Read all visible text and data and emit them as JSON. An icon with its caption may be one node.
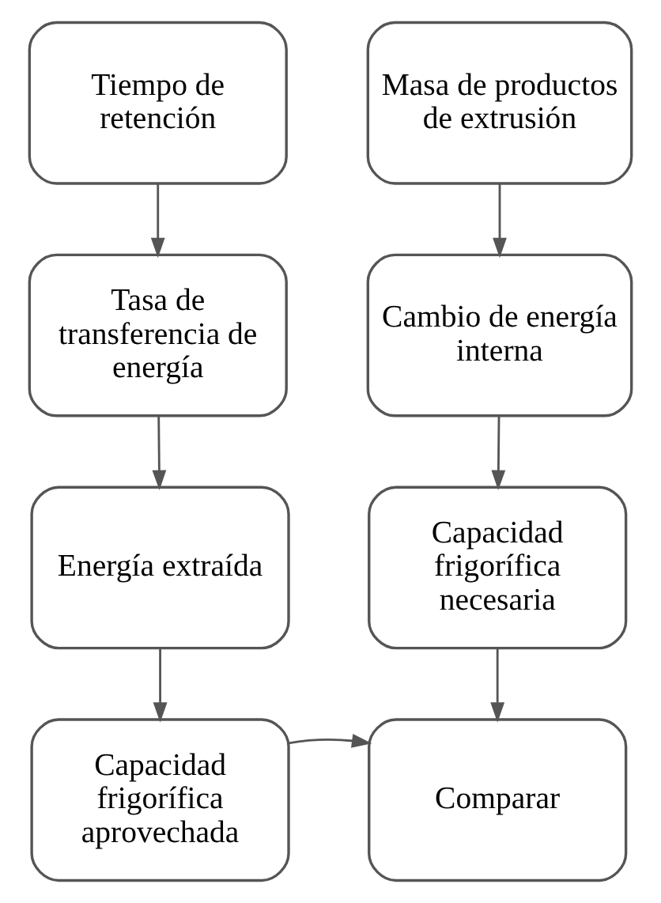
{
  "diagram": {
    "nodes": [
      {
        "text": [
          "Tiempo de retención"
        ]
      },
      {
        "text": [
          "Masa de productos de extrusión"
        ]
      },
      {
        "text": [
          "Tasa de transferencia de energía"
        ]
      },
      {
        "text": [
          "Cambio de energía interna"
        ]
      },
      {
        "text": [
          "Energía extraída"
        ]
      },
      {
        "text": [
          "Capacidad frigorífica necesaria"
        ]
      },
      {
        "text": [
          "Capacidad frigorífica aprovechada"
        ]
      },
      {
        "text": [
          "Comparar"
        ]
      }
    ],
    "edges": [
      {
        "from": 0,
        "to": 2,
        "arrow": "to"
      },
      {
        "from": 2,
        "to": 4,
        "arrow": "to"
      },
      {
        "from": 4,
        "to": 6,
        "arrow": "to"
      },
      {
        "from": 1,
        "to": 3,
        "arrow": "to"
      },
      {
        "from": 3,
        "to": 5,
        "arrow": "to"
      },
      {
        "from": 5,
        "to": 7,
        "arrow": "to"
      },
      {
        "from": 6,
        "to": 7,
        "arrow": "to"
      }
    ]
  }
}
